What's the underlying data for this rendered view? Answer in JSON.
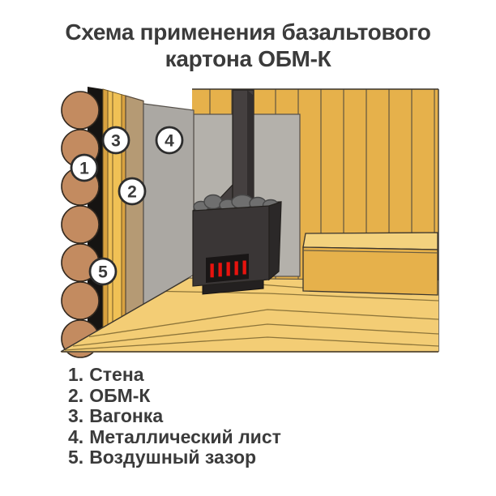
{
  "title": {
    "line1": "Схема применения базальтового",
    "line2": "картона ОБМ-К"
  },
  "legend": {
    "items": [
      {
        "number": "1.",
        "label": "Стена"
      },
      {
        "number": "2.",
        "label": "ОБМ-К"
      },
      {
        "number": "3.",
        "label": "Вагонка"
      },
      {
        "number": "4.",
        "label": "Металлический лист"
      },
      {
        "number": "5.",
        "label": "Воздушный зазор"
      }
    ]
  },
  "diagram": {
    "callouts": [
      {
        "number": "1"
      },
      {
        "number": "2"
      },
      {
        "number": "3"
      },
      {
        "number": "4"
      },
      {
        "number": "5"
      }
    ],
    "colors": {
      "log_wood": "#C38B60",
      "air_gap": "#161412",
      "vagonka_light": "#F0C155",
      "vagonka_dark": "#D9A23F",
      "obmk": "#B59A74",
      "metal_sheet": "#ABA8A3",
      "metal_sheet_back": "#B4B1AB",
      "wall_wood": "#E6B14B",
      "floor_wood": "#F3CD75",
      "bench_top": "#F3D27E",
      "bench_front": "#E6B14B",
      "stove_front": "#3A3636",
      "stove_side": "#2B2828",
      "stove_top": "#474242",
      "stove_base": "#232020",
      "chimney": "#454040",
      "chimney_shade": "#322E2E",
      "stones": "#6F6F6F",
      "vent_red": "#E8130E",
      "text": "#3B3B3B"
    }
  }
}
